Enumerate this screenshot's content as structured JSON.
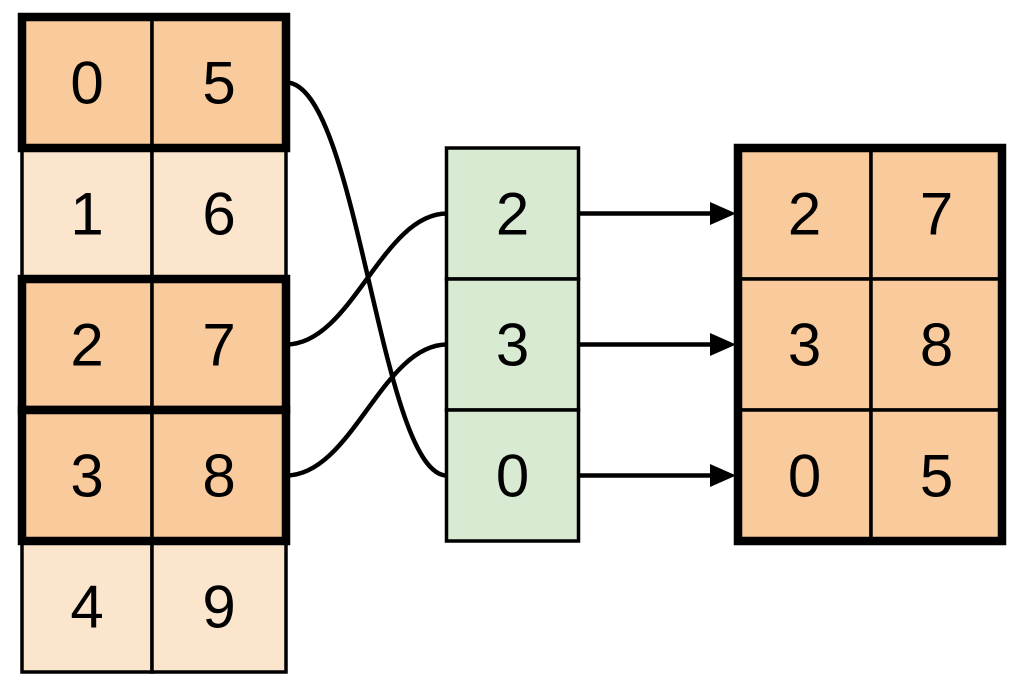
{
  "diagram": {
    "colors": {
      "highlight_fill": "#f9cb9c",
      "normal_fill": "#fce5cd",
      "index_fill": "#d9ead3",
      "line": "#000000",
      "background": "#ffffff"
    },
    "source_table": {
      "rows": [
        {
          "cells": [
            "0",
            "5"
          ],
          "highlighted": true
        },
        {
          "cells": [
            "1",
            "6"
          ],
          "highlighted": false
        },
        {
          "cells": [
            "2",
            "7"
          ],
          "highlighted": true
        },
        {
          "cells": [
            "3",
            "8"
          ],
          "highlighted": true
        },
        {
          "cells": [
            "4",
            "9"
          ],
          "highlighted": false
        }
      ]
    },
    "index_column": {
      "values": [
        "2",
        "3",
        "0"
      ]
    },
    "result_table": {
      "rows": [
        {
          "cells": [
            "2",
            "7"
          ]
        },
        {
          "cells": [
            "3",
            "8"
          ]
        },
        {
          "cells": [
            "0",
            "5"
          ]
        }
      ]
    },
    "connections": {
      "curves": [
        {
          "from": "source-row-0",
          "to": "index-cell-2"
        },
        {
          "from": "source-row-2",
          "to": "index-cell-0"
        },
        {
          "from": "source-row-3",
          "to": "index-cell-1"
        }
      ],
      "arrows": [
        {
          "from": "index-cell-0",
          "to": "result-row-0"
        },
        {
          "from": "index-cell-1",
          "to": "result-row-1"
        },
        {
          "from": "index-cell-2",
          "to": "result-row-2"
        }
      ]
    }
  }
}
